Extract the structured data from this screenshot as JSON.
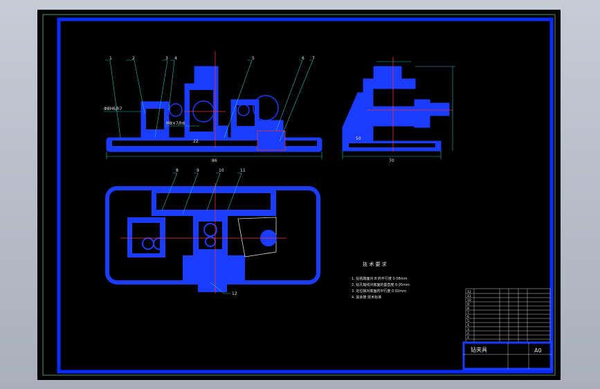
{
  "drawing": {
    "line_color": "#1a3cff",
    "frame_color": "#0a2cff",
    "background": "#000000",
    "dim_color": "#20c0c0",
    "balloons": [
      "1",
      "2",
      "3",
      "4",
      "5",
      "6",
      "7",
      "8",
      "9",
      "10",
      "11",
      "12"
    ],
    "fit_labels": [
      "Φ8H6/h7",
      "M8×7/h6"
    ],
    "dimensions": [
      "86",
      "22",
      "50",
      "70"
    ],
    "tech_requirements": {
      "title": "技 术 要 求",
      "items": [
        "1. 钻铣端面对 B 的平行度 0.08mm",
        "2. 钻孔轴线对底面的垂直度 0.05mm",
        "3. 定位销对底面的平行度 0.02mm",
        "4. 其余按 技术标准"
      ]
    },
    "title_block": {
      "name": "钻夹具",
      "scale": "A0",
      "rows": [
        "12",
        "11",
        "10",
        "9",
        "8",
        "7",
        "6",
        "5",
        "4",
        "3",
        "2",
        "1"
      ]
    }
  }
}
